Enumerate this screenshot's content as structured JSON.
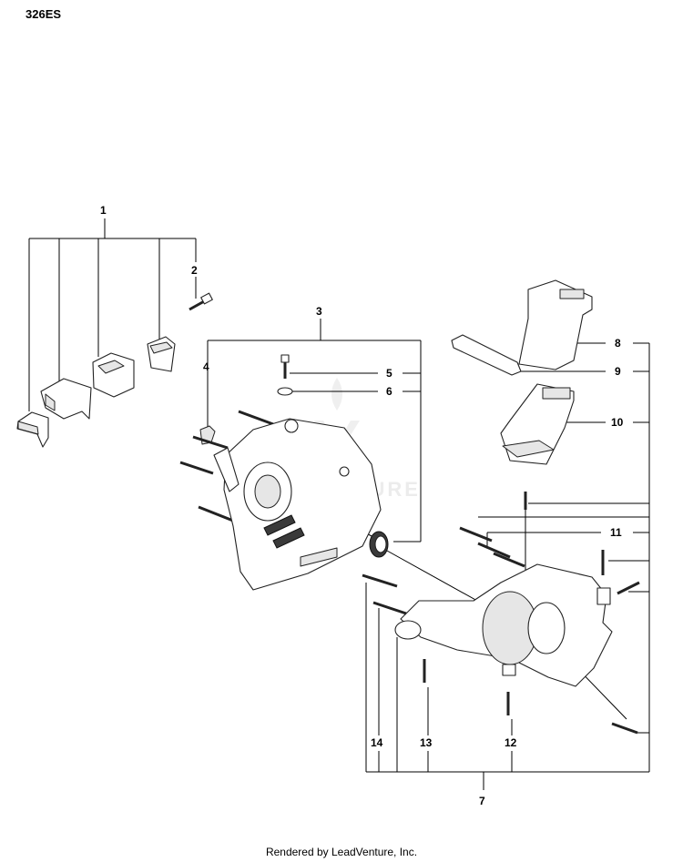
{
  "header": {
    "model": "326ES"
  },
  "watermark": {
    "text": "ADVENTURE"
  },
  "callouts": {
    "c1": "1",
    "c2": "2",
    "c3": "3",
    "c4": "4",
    "c5": "5",
    "c6": "6",
    "c7": "7",
    "c8": "8",
    "c9": "9",
    "c10": "10",
    "c11": "11",
    "c12": "12",
    "c13": "13",
    "c14": "14"
  },
  "footer": {
    "text": "Rendered by LeadVenture, Inc."
  }
}
